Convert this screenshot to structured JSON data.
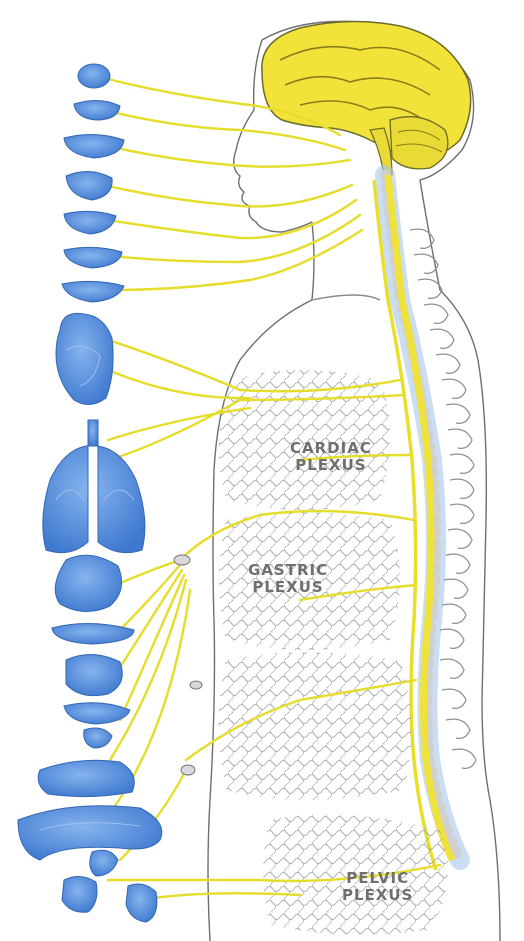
{
  "labels": {
    "cardiac_plexus": [
      "CARDIAC",
      "PLEXUS"
    ],
    "gastric_plexus": [
      "GASTRIC",
      "PLEXUS"
    ],
    "pelvic_plexus": [
      "PELVIC",
      "PLEXUS"
    ]
  },
  "colors": {
    "nerve": "#e8df2a",
    "brain": "#f0e24a",
    "organ": "#4d86d6",
    "organ_light": "#78a8e8",
    "outline": "#7a7a7a",
    "plexus_web": "#9a9a9a"
  },
  "organs": [
    "eye",
    "lacrimal-gland",
    "nasal-mucosa",
    "parotid-gland",
    "submandibular-gland",
    "sublingual-gland",
    "tongue",
    "heart",
    "trachea",
    "lungs",
    "stomach",
    "spleen",
    "liver",
    "pancreas",
    "small-intestine",
    "large-intestine",
    "bladder",
    "kidney"
  ]
}
